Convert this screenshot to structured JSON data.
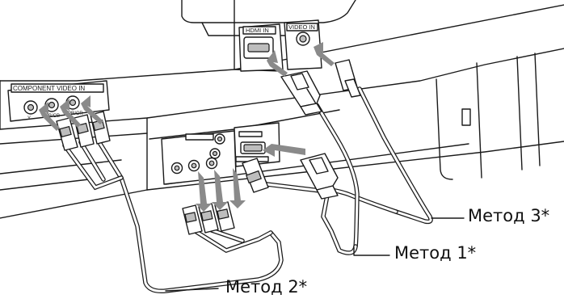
{
  "labels": {
    "hdmi_in": "HDMI IN",
    "video_in": "VIDEO IN",
    "component_video_in": "COMPONENT VIDEO IN",
    "method_1": "Метод 1*",
    "method_2": "Метод 2*",
    "method_3": "Метод 3*"
  },
  "colors": {
    "line": "#1a1a1a",
    "arrow": "#8a8a8a",
    "jack_fill": "#bdbdbd",
    "background": "#ffffff"
  },
  "icons": [
    "tv-panel",
    "receiver-unit",
    "hdmi-plug-icon",
    "rca-plug-icon",
    "arrow-icon"
  ]
}
